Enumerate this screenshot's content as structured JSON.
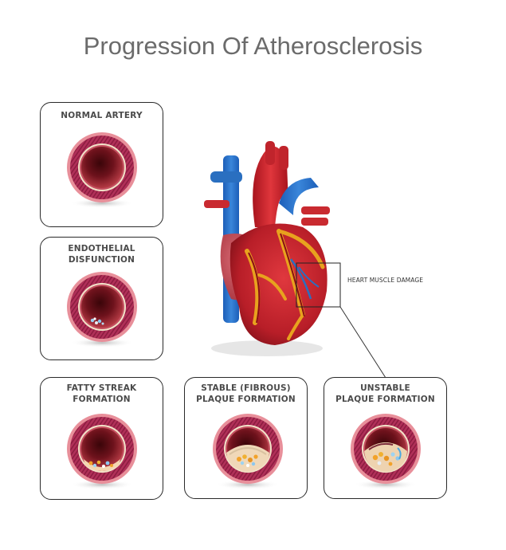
{
  "title": "Progression Of Atherosclerosis",
  "stages": [
    {
      "label": "NORMAL ARTERY"
    },
    {
      "label_line1": "ENDOTHELIAL",
      "label_line2": "DISFUNCTION"
    },
    {
      "label_line1": "FATTY STREAK",
      "label_line2": "FORMATION"
    },
    {
      "label_line1": "STABLE (FIBROUS)",
      "label_line2": "PLAQUE FORMATION"
    },
    {
      "label_line1": "UNSTABLE",
      "label_line2": "PLAQUE FORMATION"
    }
  ],
  "heart": {
    "annotation": "HEART MUSCLE DAMAGE"
  },
  "colors": {
    "artery_wall": "#b8325a",
    "artery_outer": "#e58a96",
    "lumen": "#5a0e16",
    "plaque": "#f0b030",
    "heart_red": "#c8202a",
    "vessel_blue": "#2a6fc0",
    "fat_yellow": "#e8a21e"
  }
}
